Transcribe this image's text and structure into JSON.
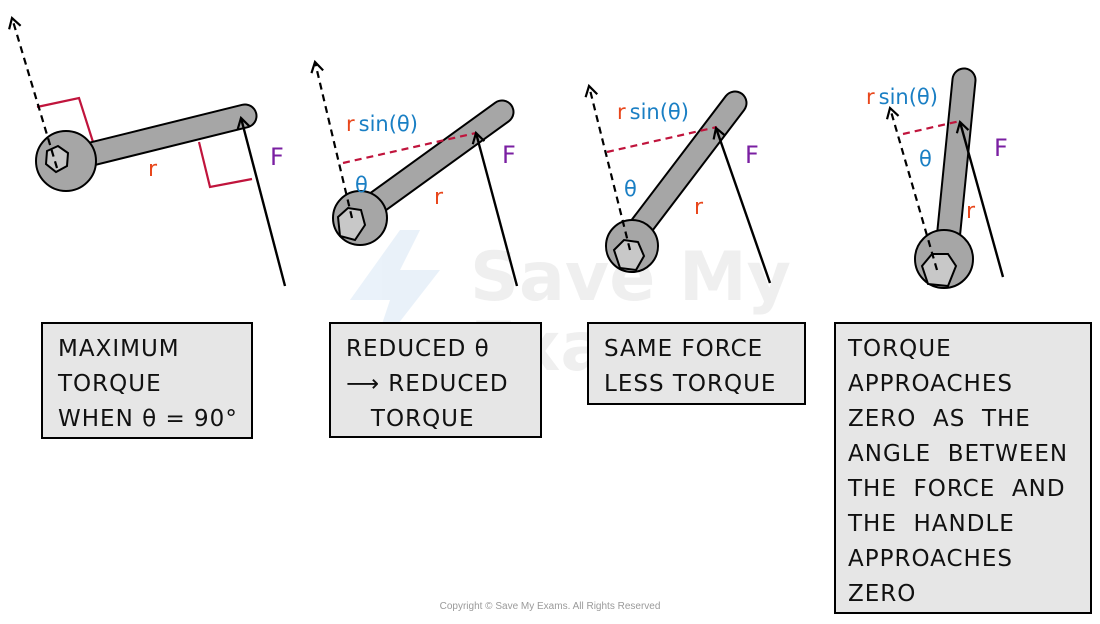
{
  "watermark": {
    "text_line1": "Save My",
    "text_line2": "Exams"
  },
  "labels": {
    "r": "r",
    "F": "F",
    "theta": "θ",
    "r_sin_r": "r",
    "r_sin_rest": "sin(θ)"
  },
  "captions": [
    {
      "lines": [
        "MAXIMUM",
        "TORQUE",
        "WHEN θ = 90°"
      ]
    },
    {
      "lines": [
        "REDUCED θ",
        "⟶ REDUCED",
        "   TORQUE"
      ]
    },
    {
      "lines": [
        "SAME FORCE",
        "LESS TORQUE"
      ]
    },
    {
      "lines": [
        "TORQUE",
        "APPROACHES",
        "ZERO  AS  THE",
        "ANGLE  BETWEEN",
        "THE  FORCE  AND",
        "THE  HANDLE",
        "APPROACHES",
        "ZERO"
      ]
    }
  ],
  "copyright": "Copyright © Save My Exams. All Rights Reserved",
  "colors": {
    "r_label": "#e8461b",
    "F_label": "#7a1fa2",
    "theta_label": "#1a7fc4",
    "perpendicular": "#c0143c",
    "wrench": "#a6a6a6",
    "caption_bg": "#e6e6e6"
  }
}
